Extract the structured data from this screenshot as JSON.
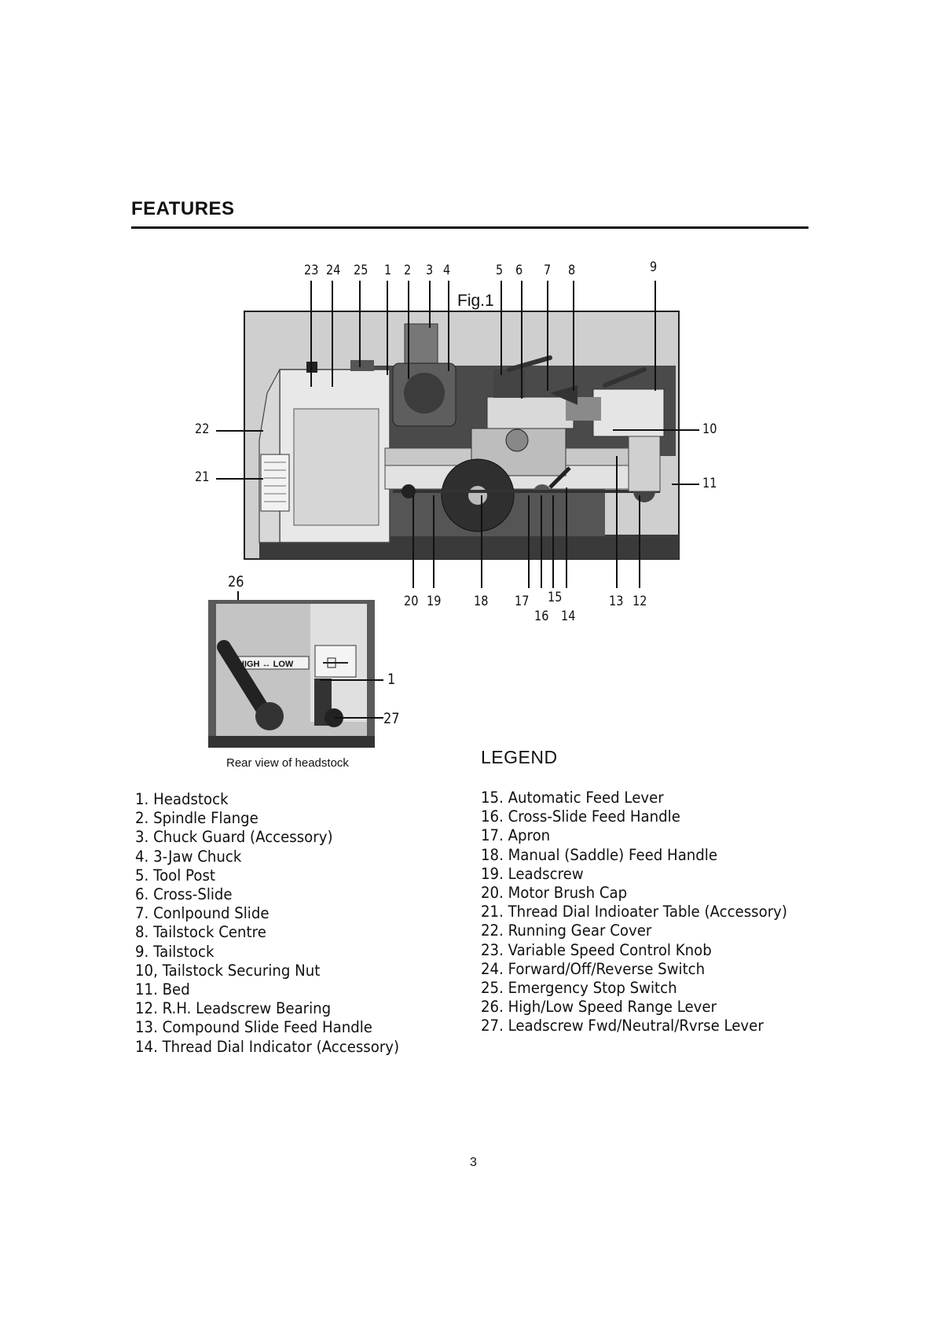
{
  "section_title": "FEATURES",
  "figure": {
    "label": "Fig.1",
    "top_callouts": [
      "23",
      "24",
      "25",
      "1",
      "2",
      "3",
      "4",
      "5",
      "6",
      "7",
      "8",
      "9"
    ],
    "left_callouts": [
      "22",
      "21"
    ],
    "right_callouts": [
      "10",
      "11"
    ],
    "bottom_callouts": [
      "20",
      "19",
      "18",
      "17",
      "15",
      "16",
      "14",
      "13",
      "12"
    ]
  },
  "inset": {
    "callout_top": "26",
    "callout_right_1": "1",
    "callout_right_2": "27",
    "lever_label": "HIGH ↔ LOW",
    "caption": "Rear view of headstock"
  },
  "legend_title": "LEGEND",
  "legend_left": [
    "1. Headstock",
    "2. Spindle Flange",
    "3. Chuck Guard (Accessory)",
    "4. 3-Jaw Chuck",
    "5. Tool Post",
    "6. Cross-Slide",
    "7. Conlpound Slide",
    "8. Tailstock Centre",
    "9. Tailstock",
    "10, Tailstock Securing Nut",
    "11. Bed",
    "12. R.H. Leadscrew Bearing",
    "13. Compound Slide Feed Handle",
    "14. Thread Dial Indicator (Accessory)"
  ],
  "legend_right": [
    "15. Automatic Feed Lever",
    "16. Cross-Slide Feed Handle",
    "17. Apron",
    "18. Manual (Saddle) Feed Handle",
    "19. Leadscrew",
    "20. Motor Brush Cap",
    "21. Thread Dial Indioater Table (Accessory)",
    "22. Running Gear Cover",
    "23. Variable Speed Control Knob",
    "24. Forward/Off/Reverse Switch",
    "25. Emergency Stop Switch",
    "26. High/Low Speed Range Lever",
    "27. Leadscrew Fwd/Neutral/Rvrse Lever"
  ],
  "page_number": "3"
}
